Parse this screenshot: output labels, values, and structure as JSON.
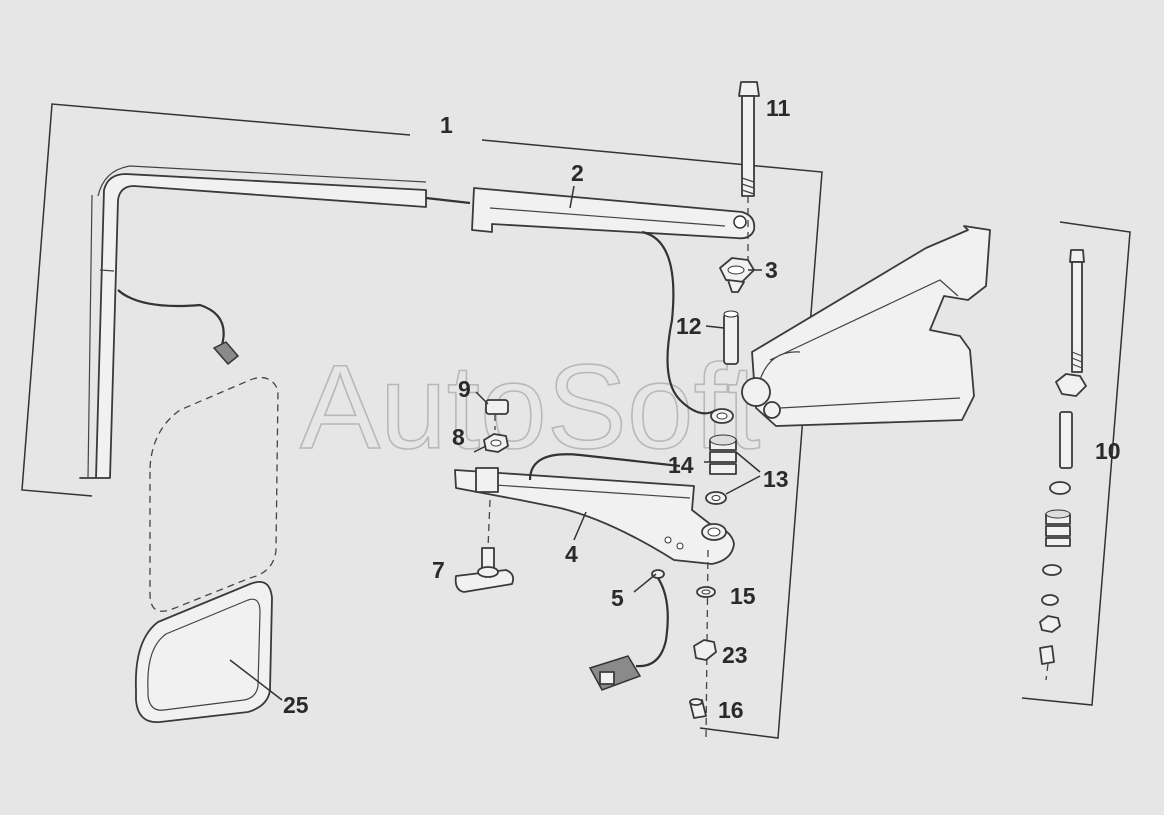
{
  "watermark": "AutoSoft",
  "callouts": {
    "c1": "1",
    "c2": "2",
    "c3": "3",
    "c4": "4",
    "c5": "5",
    "c7": "7",
    "c8": "8",
    "c9": "9",
    "c10": "10",
    "c11": "11",
    "c12": "12",
    "c13": "13",
    "c14": "14",
    "c15": "15",
    "c16": "16",
    "c23": "23",
    "c25": "25"
  },
  "icons": {
    "mirror-arm": "bent-tube",
    "mirror-head": "rounded-rectangle-glass",
    "bolt": "hex-bolt",
    "nut": "hex-nut",
    "spring": "coil-spring",
    "washer": "flat-washer"
  }
}
